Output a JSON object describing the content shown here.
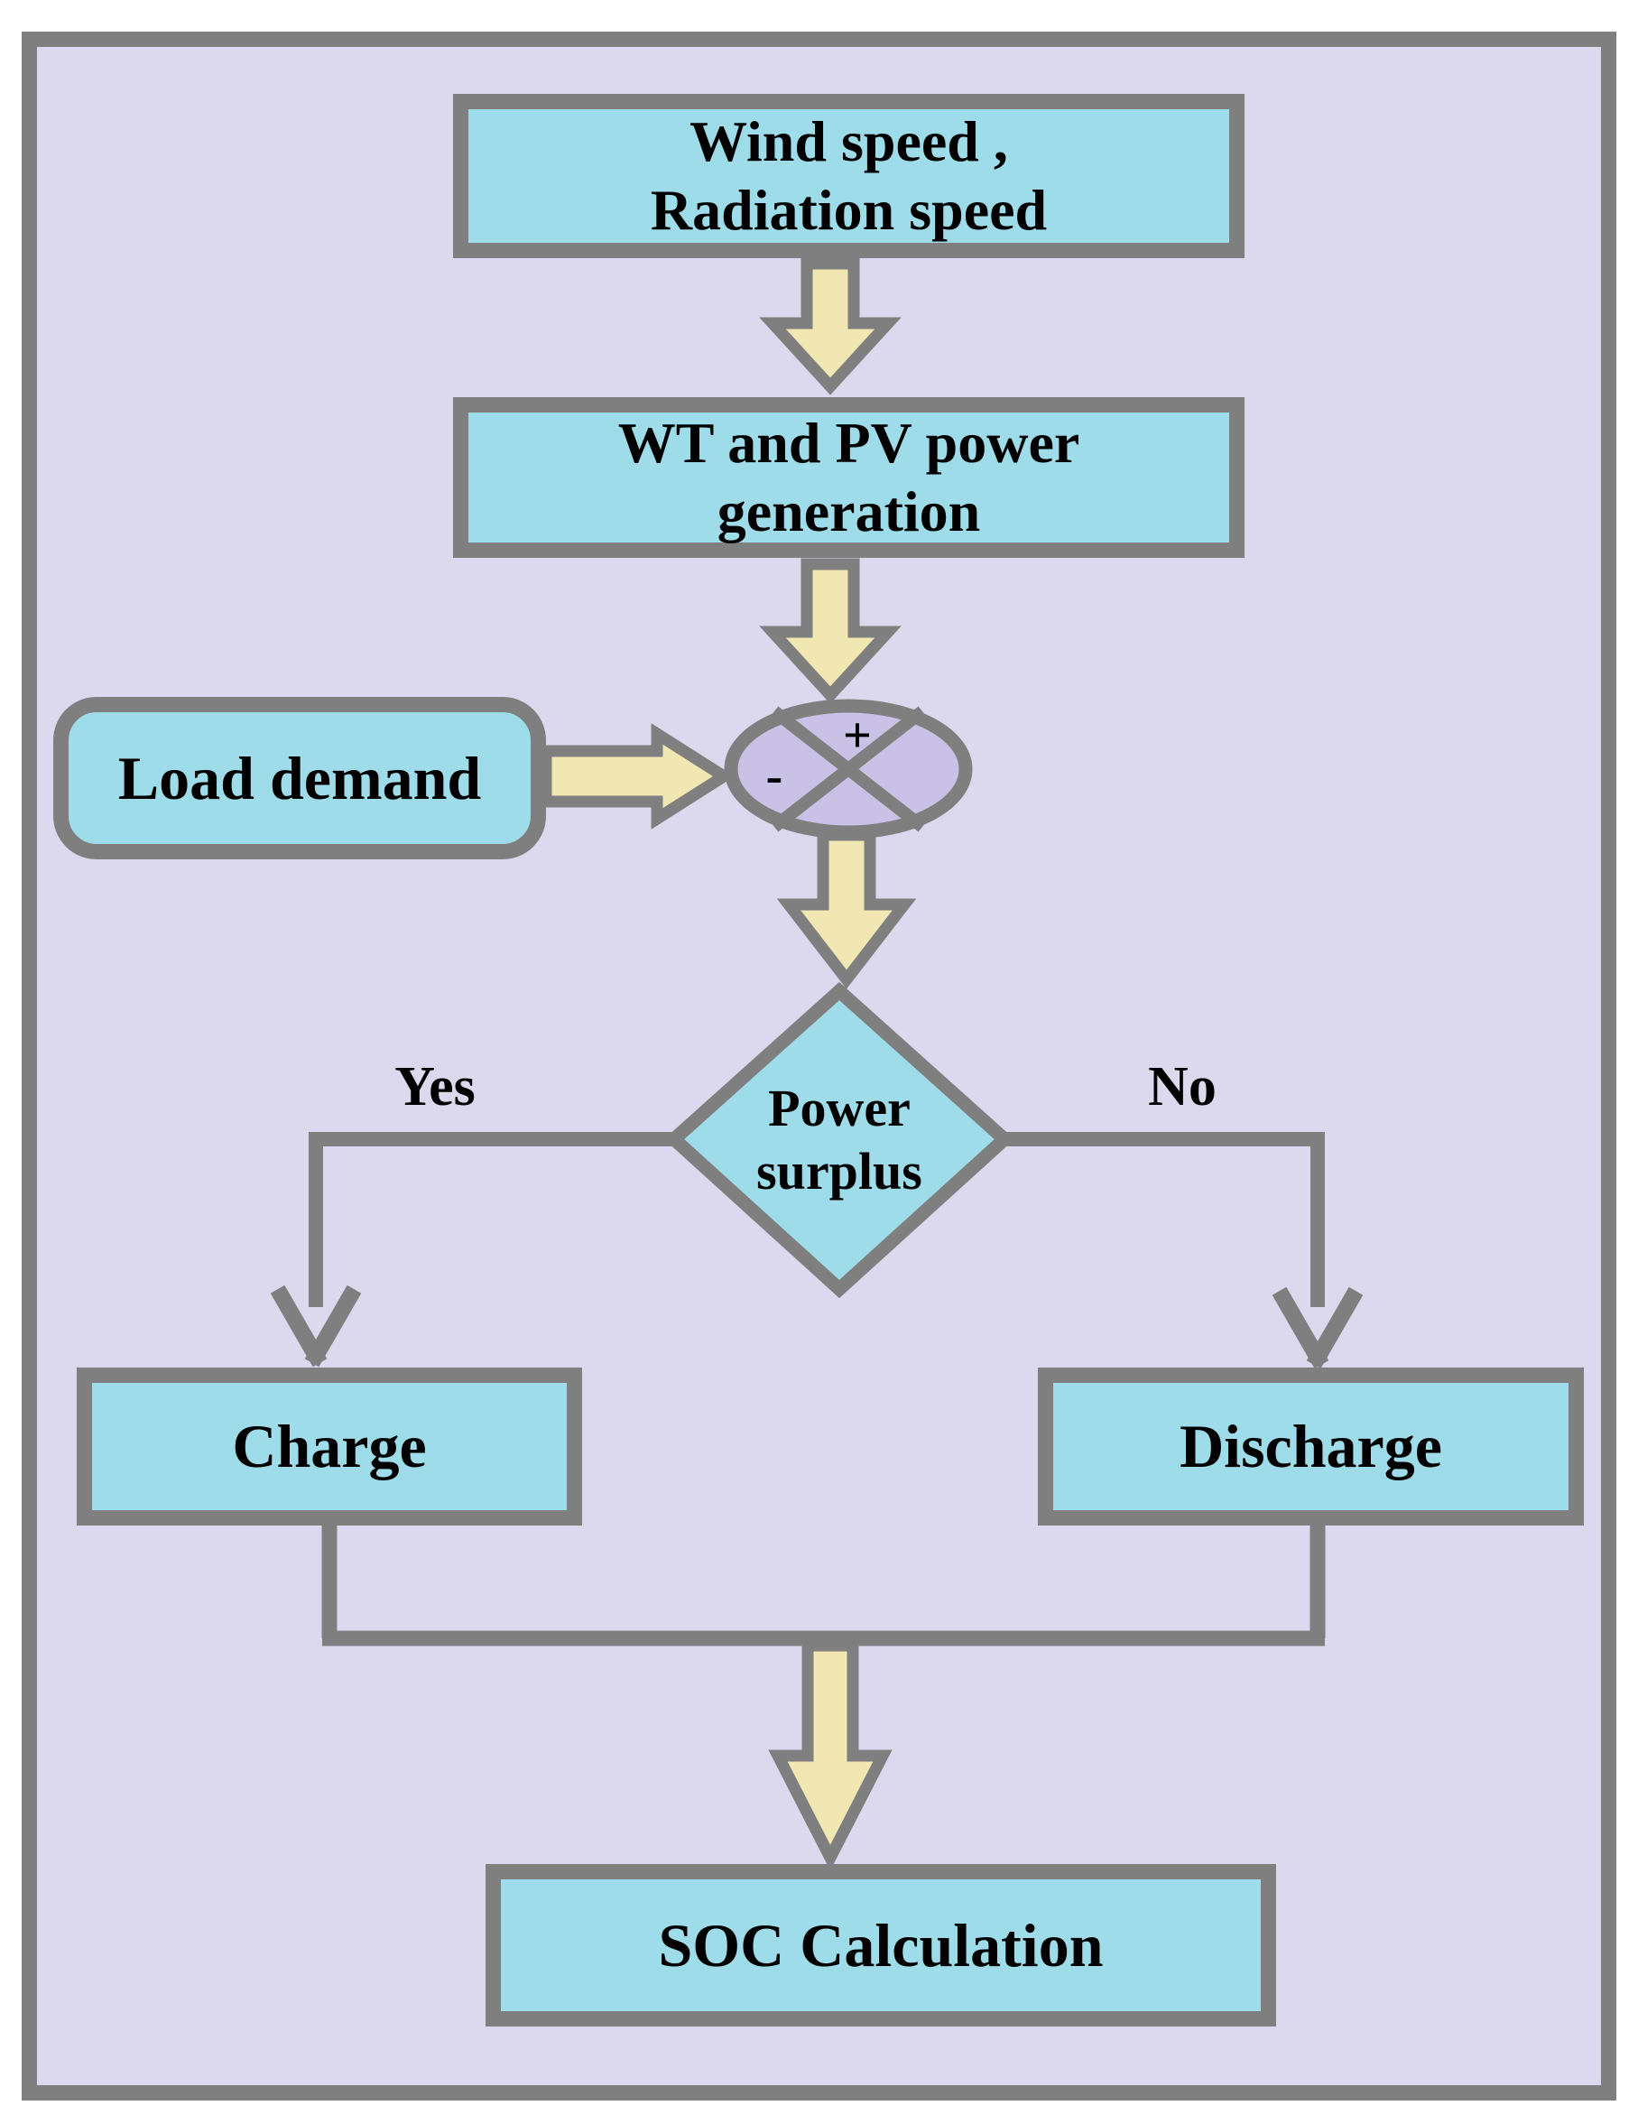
{
  "colors": {
    "page": "#ffffff",
    "canvas": "#dcd8ee",
    "node": "#9edce9",
    "border": "#7f7f7f",
    "arrow": "#f1e7b2",
    "junction": "#c9c2e6",
    "text": "#000000"
  },
  "flowchart": {
    "start": {
      "label": "Wind speed ,\nRadiation speed"
    },
    "generation": {
      "label": "WT and PV power\ngeneration"
    },
    "load": {
      "label": "Load demand"
    },
    "junction": {
      "plus": "+",
      "minus": "-"
    },
    "decision": {
      "label": "Power\nsurplus",
      "yes": "Yes",
      "no": "No"
    },
    "charge": {
      "label": "Charge"
    },
    "discharge": {
      "label": "Discharge"
    },
    "soc": {
      "label": "SOC Calculation"
    }
  }
}
